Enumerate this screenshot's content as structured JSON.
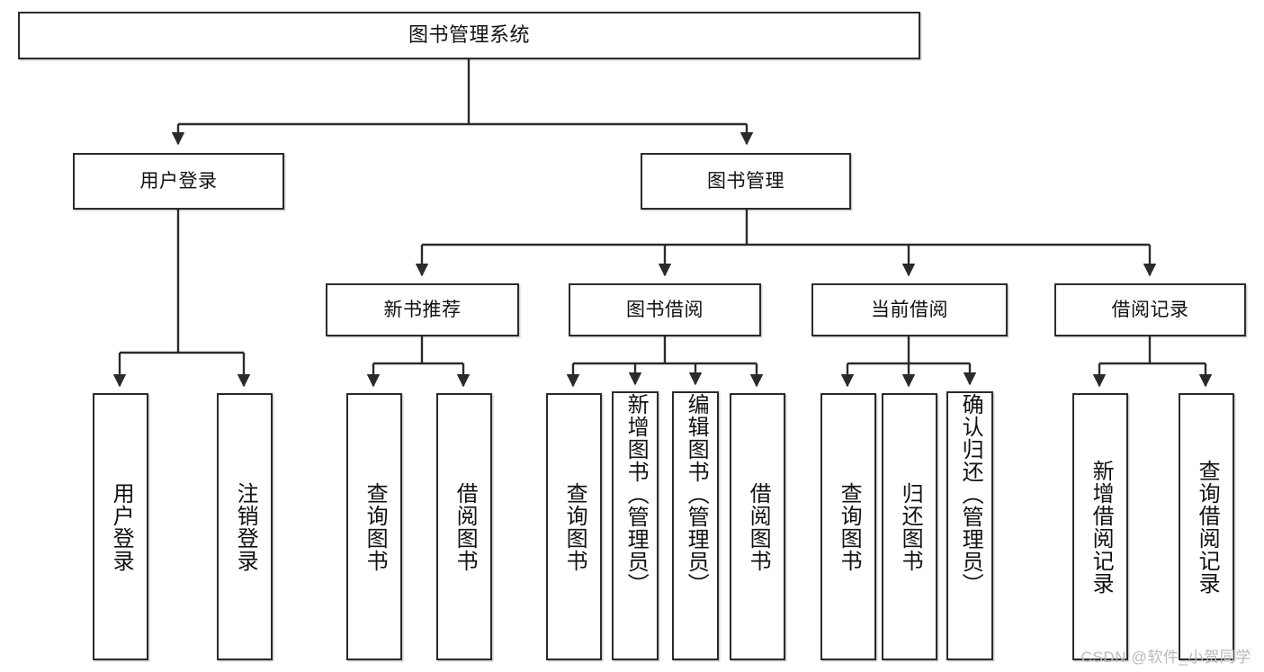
{
  "diagram": {
    "title": "图书管理系统",
    "type": "tree-hierarchy-chart",
    "watermark": "CSDN @软件_小贺同学",
    "colors": {
      "box_border": "#2b2b2b",
      "box_fill": "#ffffff",
      "connector": "#2b2b2b",
      "page_background": "#ffffff",
      "watermark_text": "#b9b9b9"
    },
    "root": {
      "label": "图书管理系统"
    },
    "level1": [
      {
        "label": "用户登录"
      },
      {
        "label": "图书管理"
      }
    ],
    "level2": [
      {
        "label": "新书推荐"
      },
      {
        "label": "图书借阅"
      },
      {
        "label": "当前借阅"
      },
      {
        "label": "借阅记录"
      }
    ],
    "leaves": {
      "user_login": [
        {
          "label": "用户登录"
        },
        {
          "label": "注销登录"
        }
      ],
      "new_book_recommend": [
        {
          "label": "查询图书"
        },
        {
          "label": "借阅图书"
        }
      ],
      "book_borrow": [
        {
          "label": "查询图书"
        },
        {
          "label": "新增图书（管理员）"
        },
        {
          "label": "编辑图书（管理员）"
        },
        {
          "label": "借阅图书"
        }
      ],
      "current_borrow": [
        {
          "label": "查询图书"
        },
        {
          "label": "归还图书"
        },
        {
          "label": "确认归还（管理员）"
        }
      ],
      "borrow_records": [
        {
          "label": "新增借阅记录"
        },
        {
          "label": "查询借阅记录"
        }
      ]
    }
  }
}
